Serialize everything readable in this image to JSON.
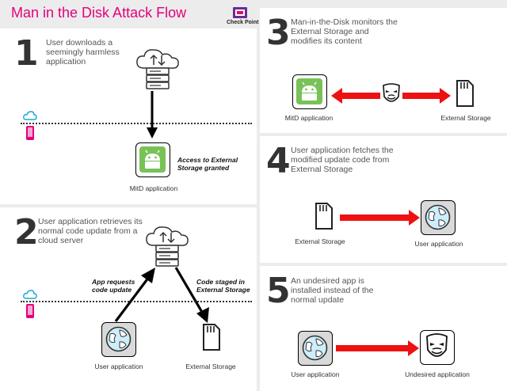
{
  "title": "Man in the Disk Attack Flow",
  "logo": {
    "label": "Check Point"
  },
  "steps": [
    {
      "number": "1",
      "text": "User downloads a seemingly harmless application"
    },
    {
      "number": "2",
      "text": "User application retrieves its normal code update from a cloud server"
    },
    {
      "number": "3",
      "text": "Man-in-the-Disk monitors the External Storage and modifies its content"
    },
    {
      "number": "4",
      "text": "User application fetches the modified update code from External Storage"
    },
    {
      "number": "5",
      "text": "An undesired app is installed instead of the normal update"
    }
  ],
  "labels": {
    "mitd_app": "MitD application",
    "external_storage": "External Storage",
    "user_app": "User application",
    "undesired_app": "Undesired application"
  },
  "notes": {
    "access_granted": "Access to External Storage granted",
    "app_requests": "App requests code update",
    "code_staged": "Code staged in External Storage"
  },
  "colors": {
    "title": "#e4007c",
    "arrow_red": "#ee1111",
    "android_green": "#78c257"
  }
}
